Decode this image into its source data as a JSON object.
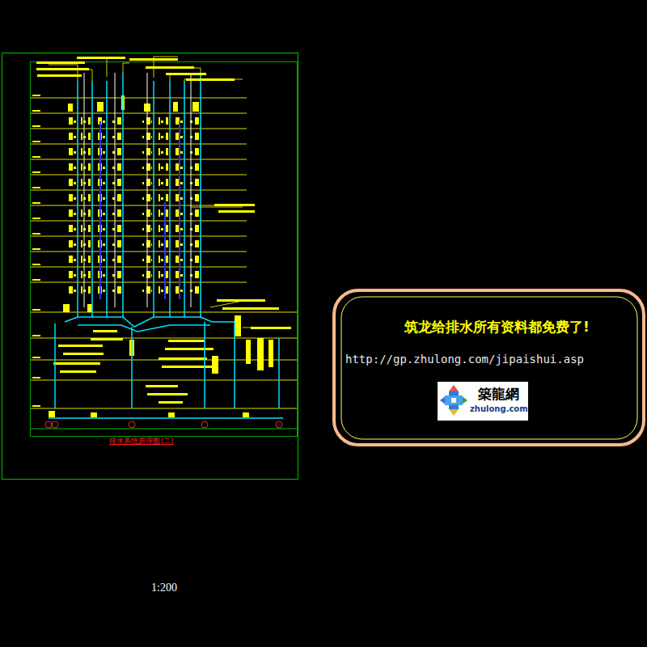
{
  "diagram": {
    "caption": "排水系统原理图(二)",
    "nodes": [
      {
        "text": [
          "筑龙给排水所有资料都免费了!",
          "http://gp.zhulong.com/jipaishui.asp"
        ]
      },
      {
        "text": [
          "築龍網",
          "zhulong.com"
        ],
        "in": 0
      }
    ],
    "labels": [
      "1:200"
    ]
  }
}
